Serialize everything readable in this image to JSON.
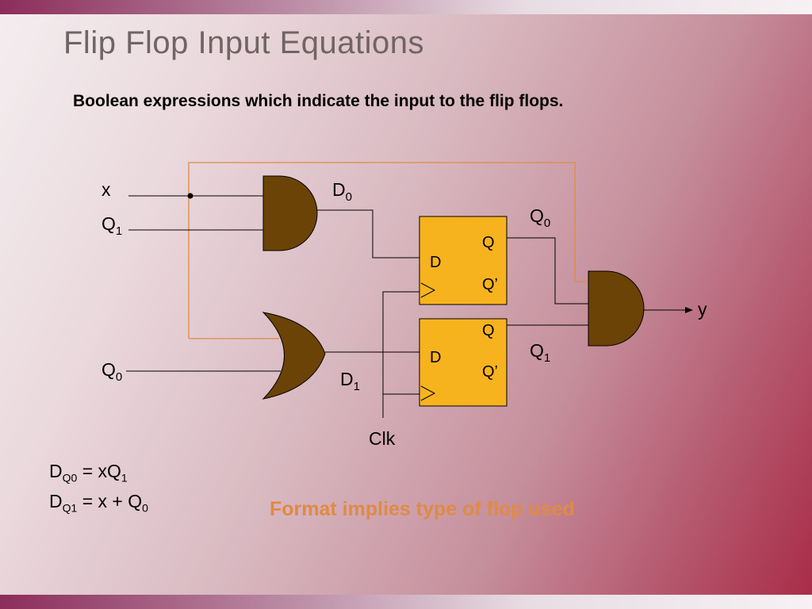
{
  "slide": {
    "title": "Flip Flop Input Equations",
    "subtitle": "Boolean expressions which indicate the input to the flip flops.",
    "note": "Format implies type of flop used"
  },
  "circuit": {
    "input_x": "x",
    "input_q1": {
      "base": "Q",
      "sub": "1"
    },
    "input_q0": {
      "base": "Q",
      "sub": "0"
    },
    "d0_label": {
      "base": "D",
      "sub": "0"
    },
    "d1_label": {
      "base": "D",
      "sub": "1"
    },
    "q0_out": {
      "base": "Q",
      "sub": "0"
    },
    "q1_out": {
      "base": "Q",
      "sub": "1"
    },
    "clock": "Clk",
    "output_y": "y",
    "flipflop_top": {
      "d": "D",
      "q": "Q",
      "qbar": "Q’"
    },
    "flipflop_bottom": {
      "d": "D",
      "q": "Q",
      "qbar": "Q’"
    }
  },
  "equations": [
    {
      "lhs": "D",
      "lhs_sub": "Q0",
      "eq": " = xQ",
      "rhs_sub": "1",
      "rest": ""
    },
    {
      "lhs": "D",
      "lhs_sub": "Q1",
      "eq": " = x + Q",
      "rhs_sub": "0",
      "rest": ""
    }
  ],
  "colors": {
    "gate_fill": "#6b4306",
    "flipflop_fill": "#f7b31e",
    "feedback_wire": "#e08a44",
    "note_text": "#e08a44",
    "title_text": "#706464"
  }
}
